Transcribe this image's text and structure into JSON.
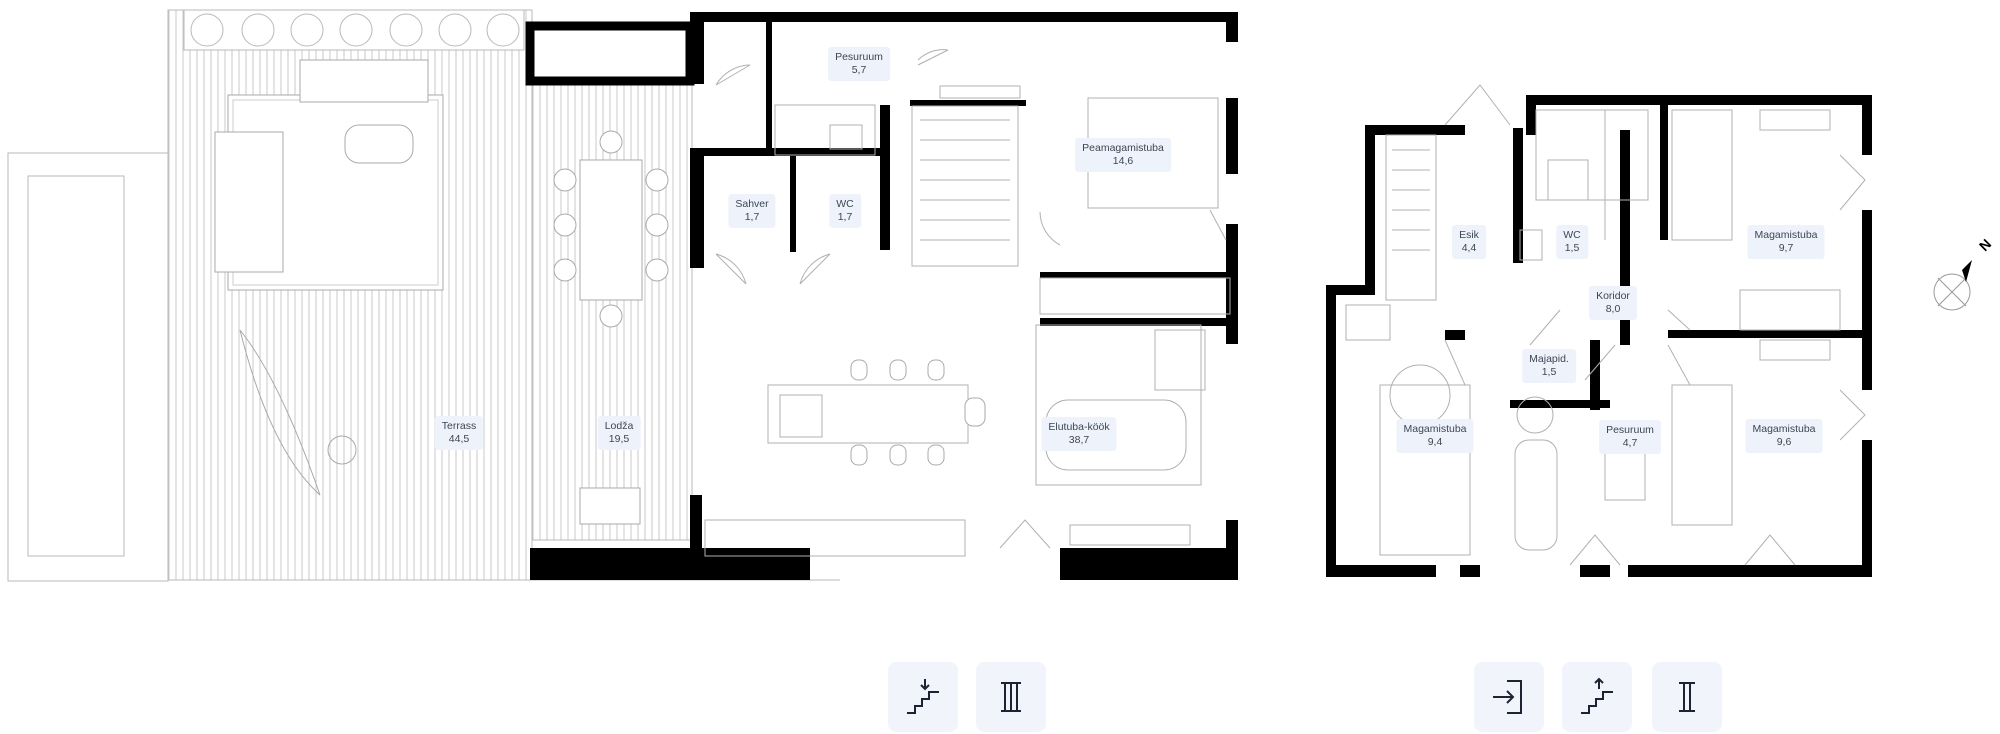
{
  "rooms": {
    "terrace": {
      "name": "Terrass",
      "area": "44,5"
    },
    "loggia": {
      "name": "Lodža",
      "area": "19,5"
    },
    "laundry_main": {
      "name": "Pesuruum",
      "area": "5,7"
    },
    "sauna": {
      "name": "Sahver",
      "area": "1,7"
    },
    "wc_main": {
      "name": "WC",
      "area": "1,7"
    },
    "master_bed": {
      "name": "Peamagamistuba",
      "area": "14,6"
    },
    "living": {
      "name": "Elutuba-köök",
      "area": "38,7"
    },
    "hall": {
      "name": "Esik",
      "area": "4,4"
    },
    "wc_upper": {
      "name": "WC",
      "area": "1,5"
    },
    "corridor": {
      "name": "Koridor",
      "area": "8,0"
    },
    "bed_ne": {
      "name": "Magamistuba",
      "area": "9,7"
    },
    "utility": {
      "name": "Majapid.",
      "area": "1,5"
    },
    "bed_sw": {
      "name": "Magamistuba",
      "area": "9,4"
    },
    "bath_upper": {
      "name": "Pesuruum",
      "area": "4,7"
    },
    "bed_se": {
      "name": "Magamistuba",
      "area": "9,6"
    }
  },
  "compass": {
    "label": "N"
  },
  "buttons": {
    "floor_down": {
      "icon": "stairs-down-icon"
    },
    "floor_three": {
      "icon": "floor-roman-three-icon"
    },
    "entrance": {
      "icon": "entrance-door-icon"
    },
    "floor_up": {
      "icon": "stairs-up-icon"
    },
    "floor_two": {
      "icon": "floor-roman-two-icon"
    }
  },
  "colors": {
    "wall": "#000000",
    "line": "#b5b5b5",
    "label_bg": "#eef3fb",
    "button_bg": "#f1f5fb"
  }
}
